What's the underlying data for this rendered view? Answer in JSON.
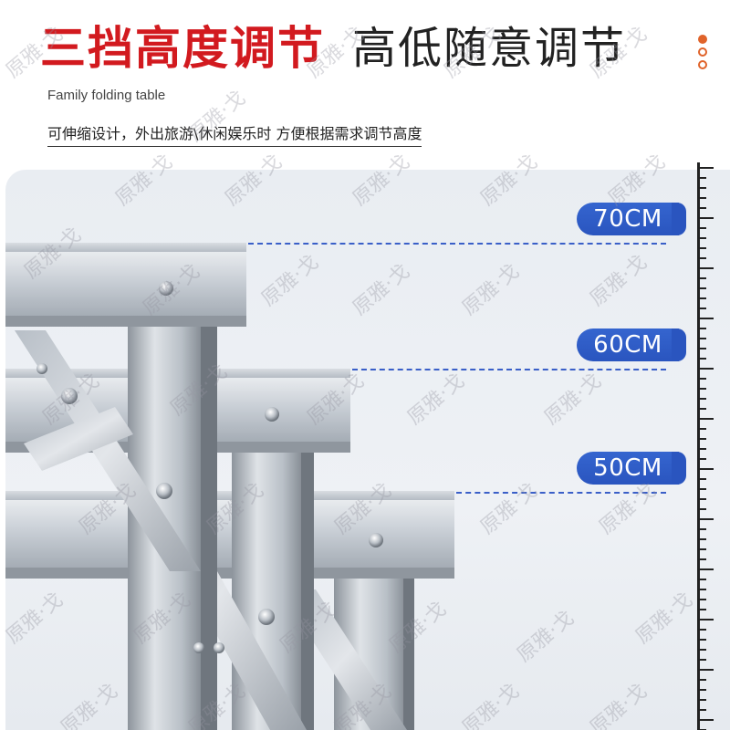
{
  "header": {
    "title_red": "三挡高度调节",
    "title_dark": "高低随意调节",
    "subtitle_en": "Family folding table",
    "description": "可伸缩设计，外出旅游\\休闲娱乐时 方便根据需求调节高度"
  },
  "heights": [
    {
      "label": "70CM"
    },
    {
      "label": "60CM"
    },
    {
      "label": "50CM"
    }
  ],
  "watermark": "原雅·戈",
  "colors": {
    "title_red": "#d21a1f",
    "pill_blue": "#2a55bf",
    "accent_orange": "#e0632a"
  }
}
